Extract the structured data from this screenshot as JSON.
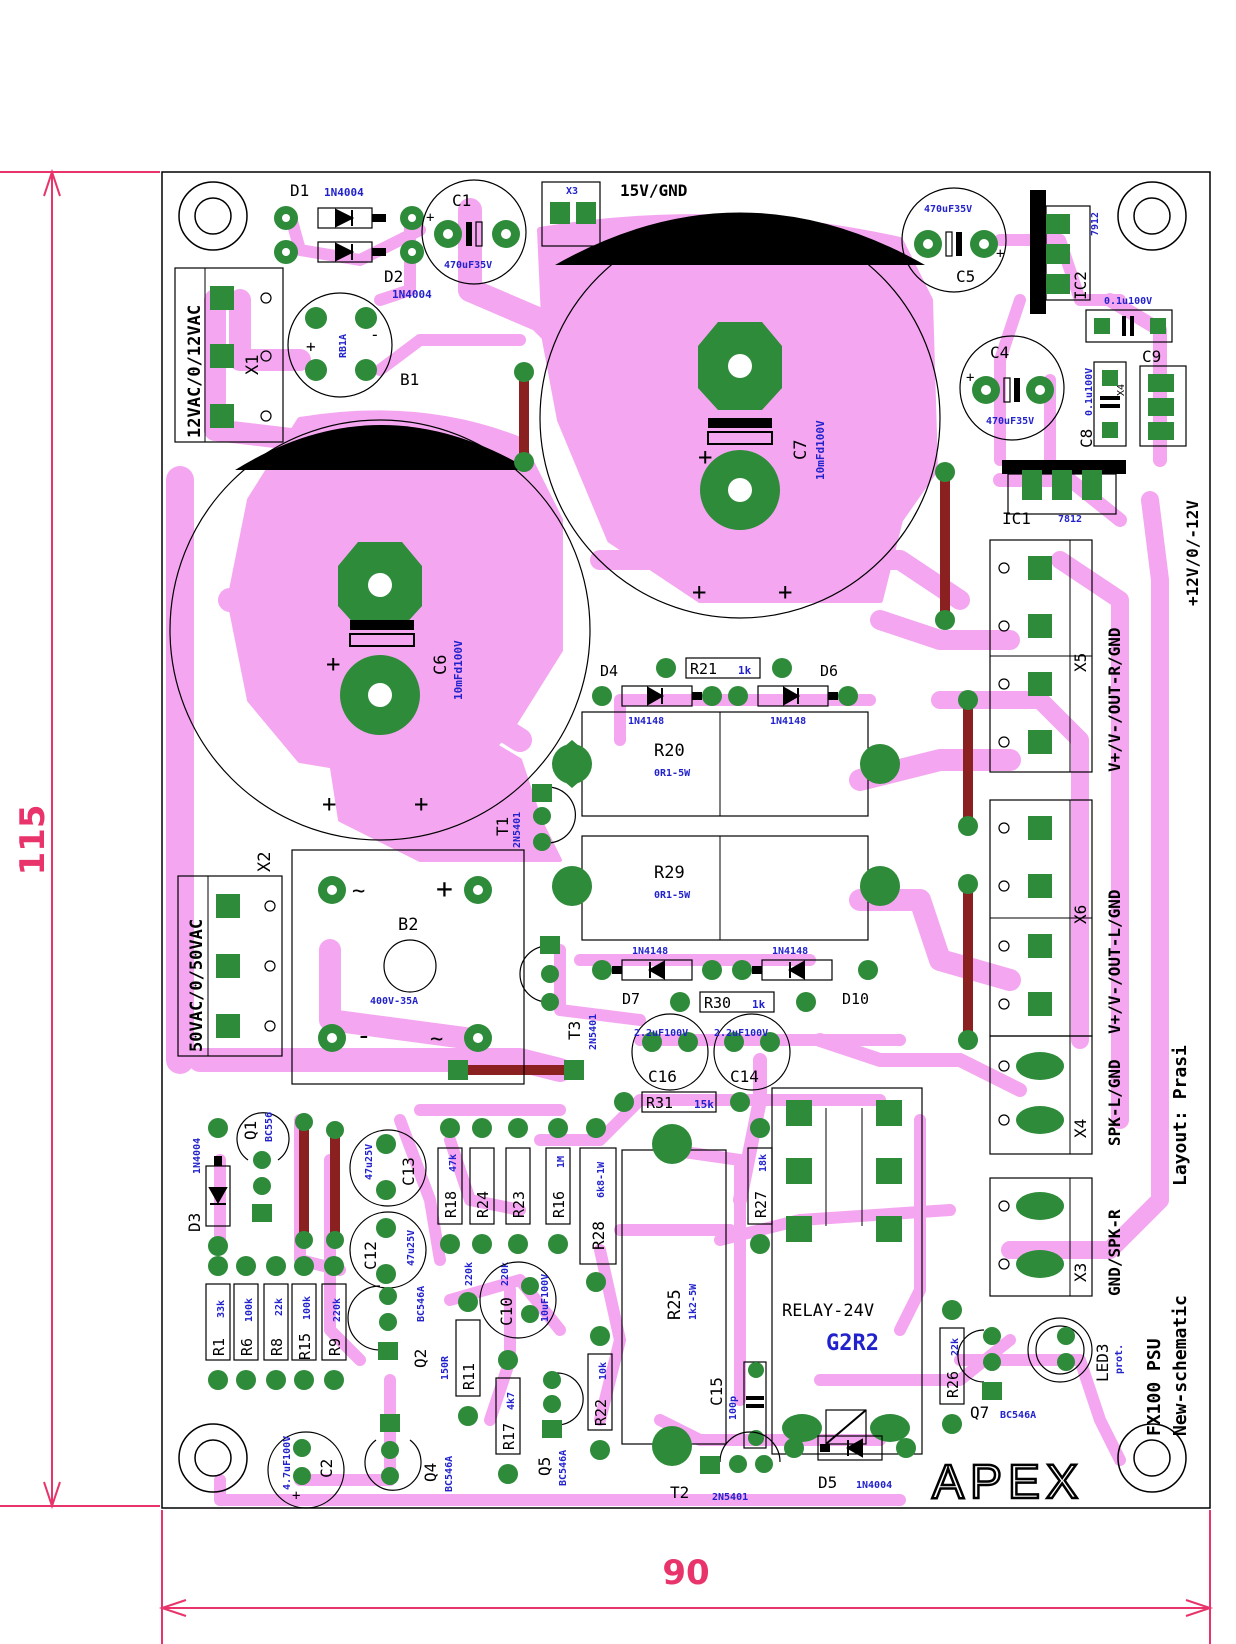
{
  "board": {
    "dim_height": "115",
    "dim_width": "90",
    "logo": "APEX",
    "title_lines": [
      "FX100 PSU",
      "New-schematic"
    ],
    "prot_label": "prot.",
    "layout_credit": "Layout: Prasi",
    "colors": {
      "track": "#f4a6f0",
      "pad": "#2e8b3a",
      "jumper": "#8b2020",
      "dimension": "#e8336b",
      "value_text": "#2222cc"
    }
  },
  "connectors": {
    "x1_label": "X1",
    "x1_desc": "12VAC/0/12VAC",
    "x2_label": "X2",
    "x2_desc": "50VAC/0/50VAC",
    "x3_label": "X3",
    "x3_desc": "15V/GND",
    "x3_pin": "X3",
    "x3b_desc": "GND/SPK-R",
    "x4_label": "X4",
    "x4_desc": "SPK-L/GND",
    "x5_label": "X5",
    "x5_desc": "V+/V-/OUT-R/GND",
    "x6_label": "X6",
    "x6_desc": "V+/V-/OUT-L/GND",
    "rail_desc": "+12V/0/-12V",
    "x4b": "X4"
  },
  "parts": {
    "D1": "D1",
    "D1v": "1N4004",
    "D2": "D2",
    "D2v": "1N4004",
    "C1": "C1",
    "C1v": "470uF35V",
    "C5": "C5",
    "C5v": "470uF35V",
    "IC2": "IC2",
    "IC2v": "7912",
    "C9": "C9",
    "C9v": "0.1u100V",
    "C4": "C4",
    "C4v": "470uF35V",
    "C8": "C8",
    "C8v": "0.1u100V",
    "IC1": "IC1",
    "IC1v": "7812",
    "B1": "B1",
    "B1v": "RB1A",
    "C7": "C7",
    "C7v": "10mFd100V",
    "C6": "C6",
    "C6v": "10mFd100V",
    "D4": "D4",
    "D6": "D6",
    "R21": "R21",
    "R21v": "1k",
    "D4v": "1N4148",
    "D6v": "1N4148",
    "R20": "R20",
    "R20v": "0R1-5W",
    "R29": "R29",
    "R29v": "0R1-5W",
    "T1": "T1",
    "T1v": "2N5401",
    "B2": "B2",
    "B2v": "400V-35A",
    "D7": "D7",
    "D10": "D10",
    "D7v": "1N4148",
    "D10v": "1N4148",
    "R30": "R30",
    "R30v": "1k",
    "T3": "T3",
    "T3v": "2N5401",
    "C16": "C16",
    "C16v": "2.2uF100V",
    "C14": "C14",
    "C14v": "2.2uF100V",
    "R31": "R31",
    "R31v": "15k",
    "Q1": "Q1",
    "Q1v": "BC556",
    "D3": "D3",
    "D3v": "1N4004",
    "C13": "C13",
    "C13v": "47u25V",
    "C12": "C12",
    "C12v": "47u25V",
    "R18": "R18",
    "R18v": "47k",
    "R24": "R24",
    "R24v": "220k",
    "R23": "R23",
    "R23v": "220k",
    "R16": "R16",
    "R16v": "1M",
    "R28": "R28",
    "R28v": "6k8-1W",
    "R27": "R27",
    "R27v": "18k",
    "R25": "R25",
    "R25v": "1k2-5W",
    "relay": "RELAY-24V",
    "relay_type": "G2R2",
    "R1": "R1",
    "R1v": "33k",
    "R6": "R6",
    "R6v": "100k",
    "R8": "R8",
    "R8v": "22k",
    "R15": "R15",
    "R15v": "100k",
    "R9": "R9",
    "R9v": "220k",
    "Q2": "Q2",
    "Q2v": "BC546A",
    "R11": "R11",
    "R11v": "150R",
    "C10": "C10",
    "C10v": "10uF100V",
    "C15": "C15",
    "C15v": "100p",
    "R26": "R26",
    "R26v": "22k",
    "Q7": "Q7",
    "Q7v": "BC546A",
    "LED3": "LED3",
    "C2": "C2",
    "C2v": "4.7uF100V",
    "Q4": "Q4",
    "Q4v": "BC546A",
    "R17": "R17",
    "R17v": "4k7",
    "Q5": "Q5",
    "Q5v": "BC546A",
    "R22": "R22",
    "R22v": "10k",
    "T2": "T2",
    "T2v": "2N5401",
    "D5": "D5",
    "D5v": "1N4004"
  }
}
